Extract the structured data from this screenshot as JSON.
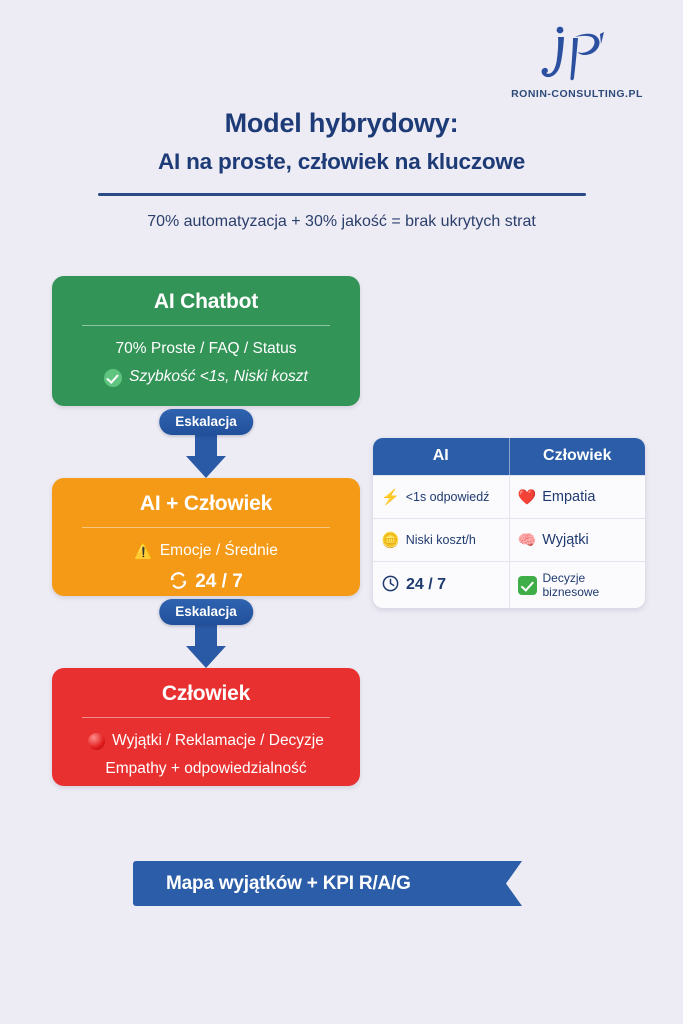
{
  "logo": {
    "monogram": "jP",
    "company": "RONIN-CONSULTING.PL",
    "color": "#2d4a7a"
  },
  "heading": {
    "title_line1": "Model hybrydowy:",
    "title_line2": "AI na proste, człowiek na kluczowe",
    "subtitle": "70% automatyzacja + 30% jakość = brak ukrytych strat",
    "color": "#1d3b77"
  },
  "flow": {
    "escalation_label_1": "Eskalacja",
    "escalation_label_2": "Eskalacja",
    "stages": [
      {
        "title": "AI Chatbot",
        "color": "#339457",
        "line1": "70% Proste / FAQ / Status",
        "line2": "Szybkość <1s, Niski koszt",
        "icon2": "check-circle-icon"
      },
      {
        "title": "AI + Człowiek",
        "color": "#f59a17",
        "line1": "Emocje / Średnie",
        "icon1": "warning-icon",
        "line2": "24 / 7",
        "icon2": "refresh-icon"
      },
      {
        "title": "Człowiek",
        "color": "#e83030",
        "line1": "Wyjątki / Reklamacje / Decyzje",
        "icon1": "red-dot-icon",
        "line2": "Empathy + odpowiedzialność"
      }
    ]
  },
  "table": {
    "header": {
      "col1": "AI",
      "col2": "Człowiek",
      "bg": "#2b5da8"
    },
    "rows": [
      {
        "ai_icon": "lightning-icon",
        "ai_text": "<1s odpowiedź",
        "human_icon": "heart-icon",
        "human_text": "Empatia"
      },
      {
        "ai_icon": "coins-icon",
        "ai_text": "Niski koszt/h",
        "human_icon": "brain-icon",
        "human_text": "Wyjątki"
      },
      {
        "ai_icon": "clock-icon",
        "ai_text": "24 / 7",
        "human_icon": "green-check-icon",
        "human_text": "Decyzje biznesowe"
      }
    ]
  },
  "ribbon": {
    "label": "Mapa wyjątków + KPI R/A/G",
    "color": "#2b5da8"
  }
}
